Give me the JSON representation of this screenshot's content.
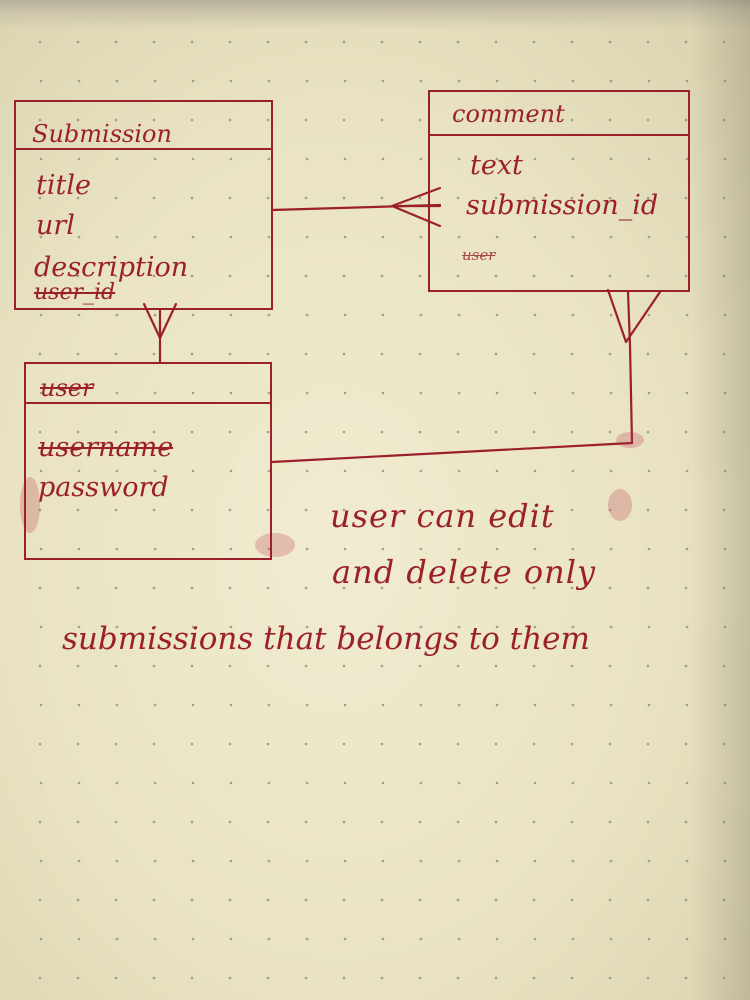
{
  "entities": {
    "submission": {
      "title": "Submission",
      "fields": [
        "title",
        "url",
        "description",
        "user_id"
      ]
    },
    "comment": {
      "title": "comment",
      "fields": [
        "text",
        "submission_id",
        "user"
      ]
    },
    "user": {
      "title": "user",
      "fields": [
        "username",
        "password"
      ]
    }
  },
  "note": {
    "lines": [
      "user can edit",
      "and delete only",
      "submissions that belongs to them"
    ]
  },
  "colors": {
    "ink": "#9c1f2c",
    "paper": "#ece6c8",
    "dot": "#8a8576"
  }
}
